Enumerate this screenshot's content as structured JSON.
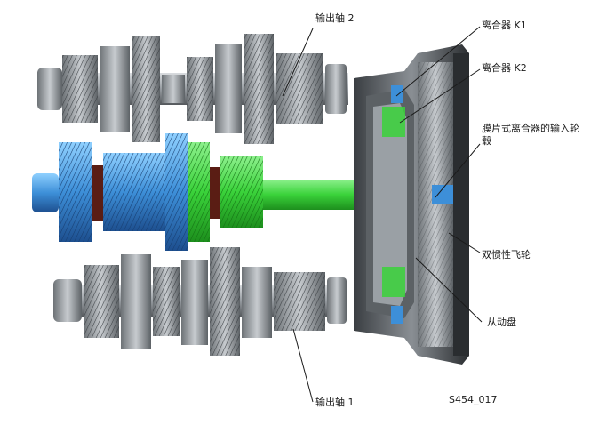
{
  "labels": {
    "output_shaft_2": "输出轴 2",
    "clutch_k1": "离合器 K1",
    "clutch_k2": "离合器 K2",
    "multi_plate_hub": "膜片式离合器的输入轮毂",
    "dual_mass_flywheel": "双惯性飞轮",
    "driven_plate": "从动盘",
    "output_shaft_1": "输出轴 1"
  },
  "figure_id": "S454_017",
  "colors": {
    "input_shaft_green": "#3ad23a",
    "input_shaft_blue": "#3d8fd8",
    "gear_gray": "#8e9296",
    "gear_dark": "#4b4f53",
    "housing_dark": "#2a2d30",
    "leader_line": "#1b1b1b"
  }
}
